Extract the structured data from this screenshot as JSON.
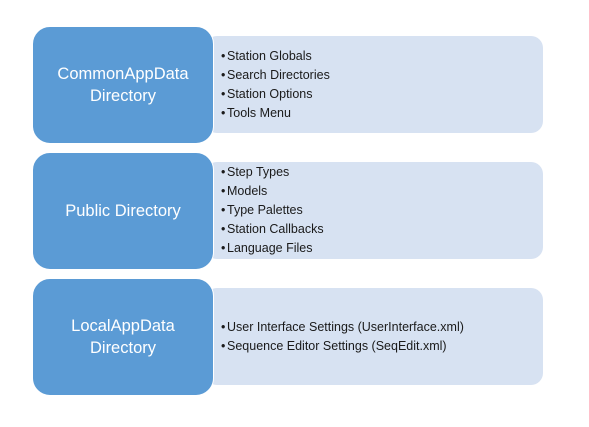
{
  "groups": [
    {
      "label_lines": [
        "CommonAppData",
        "Directory"
      ],
      "items": [
        "Station Globals",
        "Search Directories",
        "Station Options",
        "Tools Menu"
      ]
    },
    {
      "label_lines": [
        "Public Directory"
      ],
      "items": [
        "Step Types",
        "Models",
        "Type Palettes",
        "Station Callbacks",
        "Language Files"
      ]
    },
    {
      "label_lines": [
        "LocalAppData",
        "Directory"
      ],
      "items": [
        "User Interface Settings (UserInterface.xml)",
        "Sequence Editor Settings (SeqEdit.xml)"
      ]
    }
  ],
  "bullet_glyph": "•",
  "colors": {
    "label_fill": "#5b9bd5",
    "detail_fill": "#d7e2f2",
    "label_text": "#ffffff",
    "detail_text": "#1a1a1a"
  }
}
